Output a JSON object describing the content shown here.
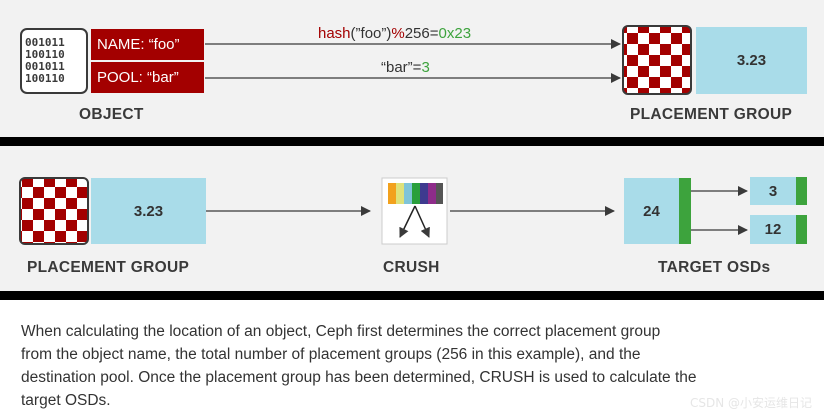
{
  "top": {
    "object_label": "OBJECT",
    "name_field": "NAME: “foo”",
    "pool_field": "POOL: “bar”",
    "hash_fn": "hash",
    "hash_arg": "(”foo”)",
    "hash_mod": "%",
    "hash_rest": "256=",
    "hash_result": "0x23",
    "pool_expr": "“bar”=",
    "pool_result": "3",
    "pg_value": "3.23",
    "pg_label": "PLACEMENT GROUP"
  },
  "bottom": {
    "pg_value": "3.23",
    "pg_label": "PLACEMENT GROUP",
    "crush_label": "CRUSH",
    "primary_osd": "24",
    "osd_a": "3",
    "osd_b": "12",
    "target_label": "TARGET OSDs"
  },
  "description": [
    "When calculating the location of an object, Ceph first determines the correct placement group",
    "from the object name, the total number of placement groups (256 in this example), and the",
    "destination pool. Once the placement group has been determined, CRUSH is used to calculate the",
    "target OSDs."
  ],
  "watermark": "CSDN @小安运维日记",
  "colors": {
    "red": "#a30000",
    "blue": "#a9dce9",
    "green": "#3da33d",
    "hash_green": "#3da33d",
    "panel": "#f2f2f2"
  }
}
